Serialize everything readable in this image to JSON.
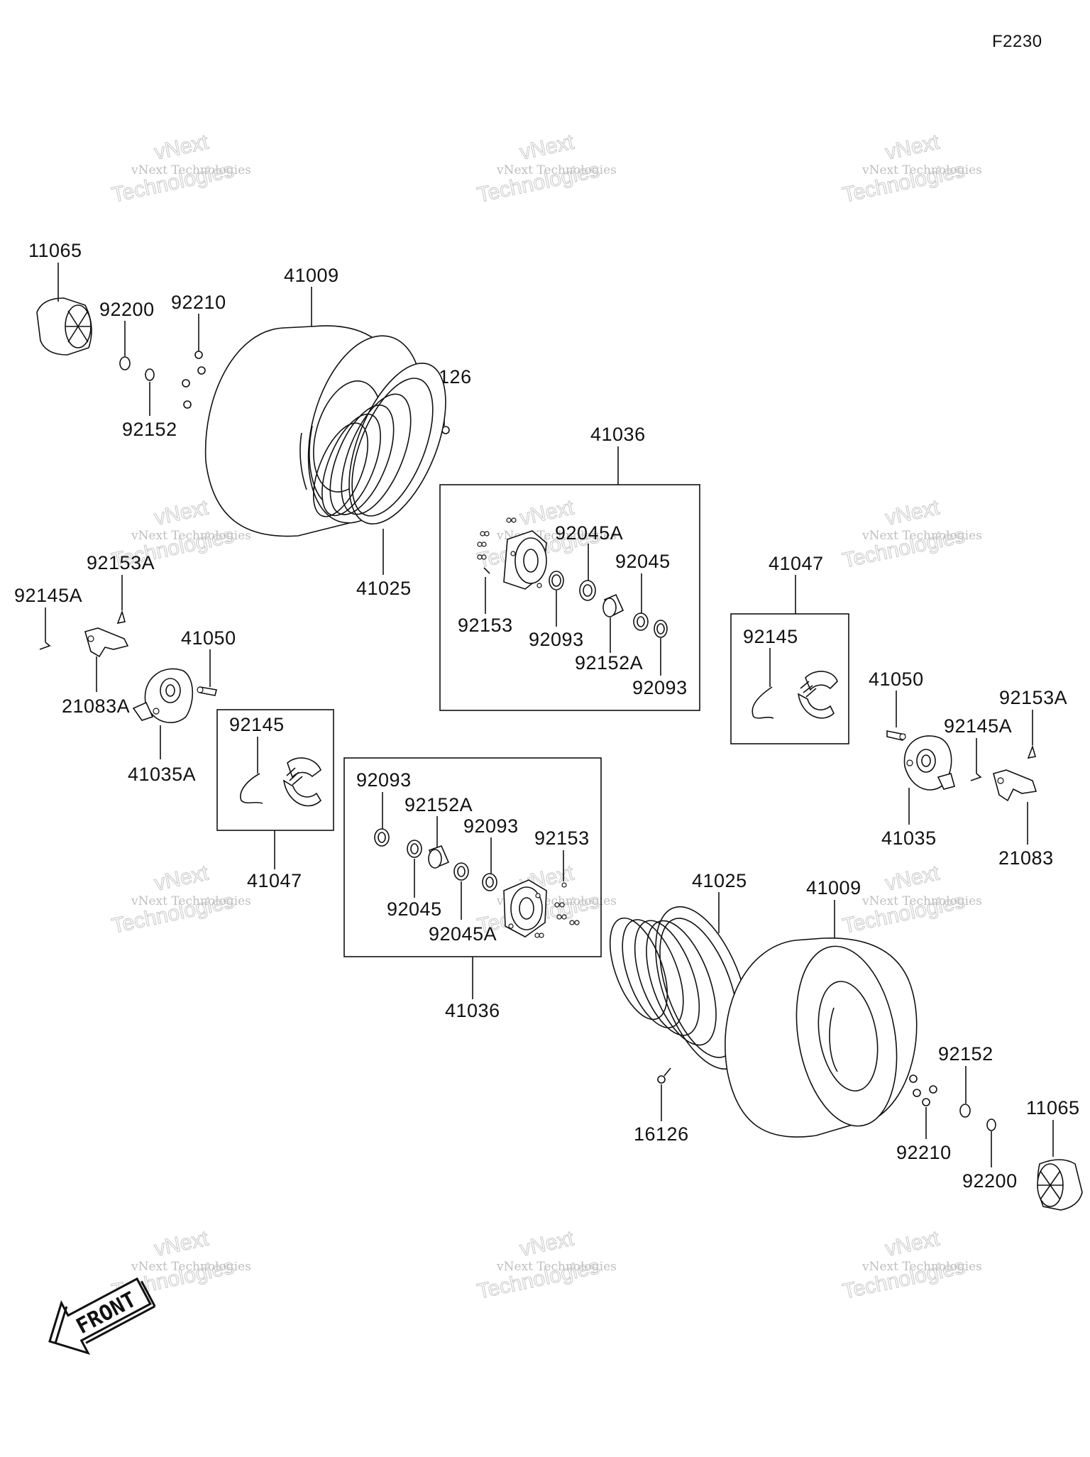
{
  "diagram": {
    "code": "F2230",
    "front_label": "FRONT",
    "watermark": {
      "line1": "vNext Technologies",
      "line2": "Technologies",
      "line3": "vNext"
    },
    "labels": {
      "11065_l": "11065",
      "92200_l": "92200",
      "92210_l": "92210",
      "92152_l": "92152",
      "41009_l": "41009",
      "16126_l": "16126",
      "41025_l": "41025",
      "41036_t": "41036",
      "92045A_t": "92045A",
      "92045_t": "92045",
      "92153_t": "92153",
      "92093_t1": "92093",
      "92152A_t": "92152A",
      "92093_t2": "92093",
      "41047_r": "41047",
      "92145_r": "92145",
      "92153A_l": "92153A",
      "92145A_l": "92145A",
      "41050_l": "41050",
      "21083A": "21083A",
      "41035A": "41035A",
      "92145_l": "92145",
      "41047_l": "41047",
      "92093_b1": "92093",
      "92152A_b": "92152A",
      "92093_b2": "92093",
      "92153_b": "92153",
      "92045_b": "92045",
      "92045A_b": "92045A",
      "41036_b": "41036",
      "41050_r": "41050",
      "92153A_r": "92153A",
      "92145A_r": "92145A",
      "41035": "41035",
      "21083": "21083",
      "41025_r": "41025",
      "41009_r": "41009",
      "16126_r": "16126",
      "92152_r": "92152",
      "92210_r": "92210",
      "92200_r": "92200",
      "11065_r": "11065"
    }
  }
}
